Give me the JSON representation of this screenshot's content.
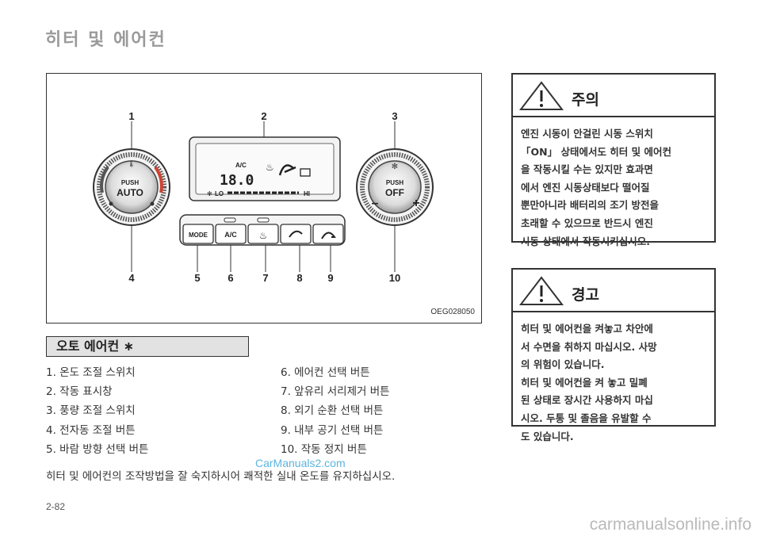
{
  "page": {
    "title": "히터 및 에어컨",
    "page_number": "2-82",
    "watermark_mid": "CarManuals2.com",
    "watermark_bottom": "carmanualsonline.info"
  },
  "figure": {
    "code": "OEG028050",
    "callouts": [
      "1",
      "2",
      "3",
      "4",
      "5",
      "6",
      "7",
      "8",
      "9",
      "10"
    ],
    "left_knob": {
      "push": "PUSH",
      "label": "AUTO"
    },
    "right_knob": {
      "push": "PUSH",
      "label": "OFF",
      "minus": "–",
      "plus": "+"
    },
    "display": {
      "ac": "A/C",
      "temp": "18.0",
      "lo": "LO",
      "hi": "HI"
    },
    "buttons": [
      "MODE",
      "A/C"
    ]
  },
  "section": {
    "title": "오토 에어컨 ∗",
    "items_left": [
      "1. 온도 조절 스위치",
      "2. 작동 표시창",
      "3. 풍량 조절 스위치",
      "4. 전자동 조절 버튼",
      "5. 바람 방향 선택 버튼"
    ],
    "items_right": [
      "6. 에어컨 선택 버튼",
      "7. 앞유리 서리제거 버튼",
      "8. 외기 순환 선택 버튼",
      "9. 내부 공기 선택 버튼",
      "10. 작동 정지 버튼"
    ],
    "description": "히터 및 에어컨의 조작방법을 잘 숙지하시어 쾌적한 실내 온도를 유지하십시오."
  },
  "caution": {
    "title": "주의",
    "body": "엔진 시동이 안걸린 시동 스위치\n「ON」 상태에서도 히터 및 에어컨\n을 작동시킬 수는 있지만 효과면\n에서 엔진 시동상태보다 떨어질\n뿐만아니라 배터리의 조기 방전을\n초래할 수 있으므로 반드시 엔진\n시동 상태에서 작동시키십시오."
  },
  "warning": {
    "title": "경고",
    "body": "히터 및 에어컨을 켜놓고 차안에\n서 수면을 취하지 마십시오. 사망\n의 위험이 있습니다.\n히터 및 에어컨을 켜 놓고 밀폐\n된 상태로 장시간 사용하지 마십\n시오. 두통 및 졸음을 유발할 수\n도 있습니다."
  }
}
